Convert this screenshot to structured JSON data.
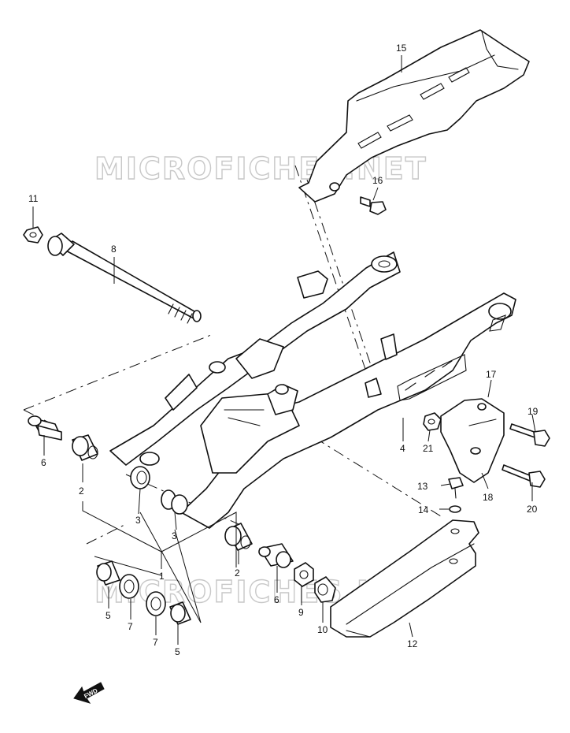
{
  "watermark": {
    "text": "MICROFICHES.NET"
  },
  "direction_label": "FWD",
  "callouts": {
    "c1": "1",
    "c2a": "2",
    "c2b": "2",
    "c3a": "3",
    "c3b": "3",
    "c4": "4",
    "c5a": "5",
    "c5b": "5",
    "c6a": "6",
    "c6b": "6",
    "c7a": "7",
    "c7b": "7",
    "c8": "8",
    "c9": "9",
    "c10": "10",
    "c11": "11",
    "c12": "12",
    "c13": "13",
    "c14": "14",
    "c15": "15",
    "c16": "16",
    "c17": "17",
    "c18": "18",
    "c19": "19",
    "c20": "20",
    "c21": "21"
  }
}
